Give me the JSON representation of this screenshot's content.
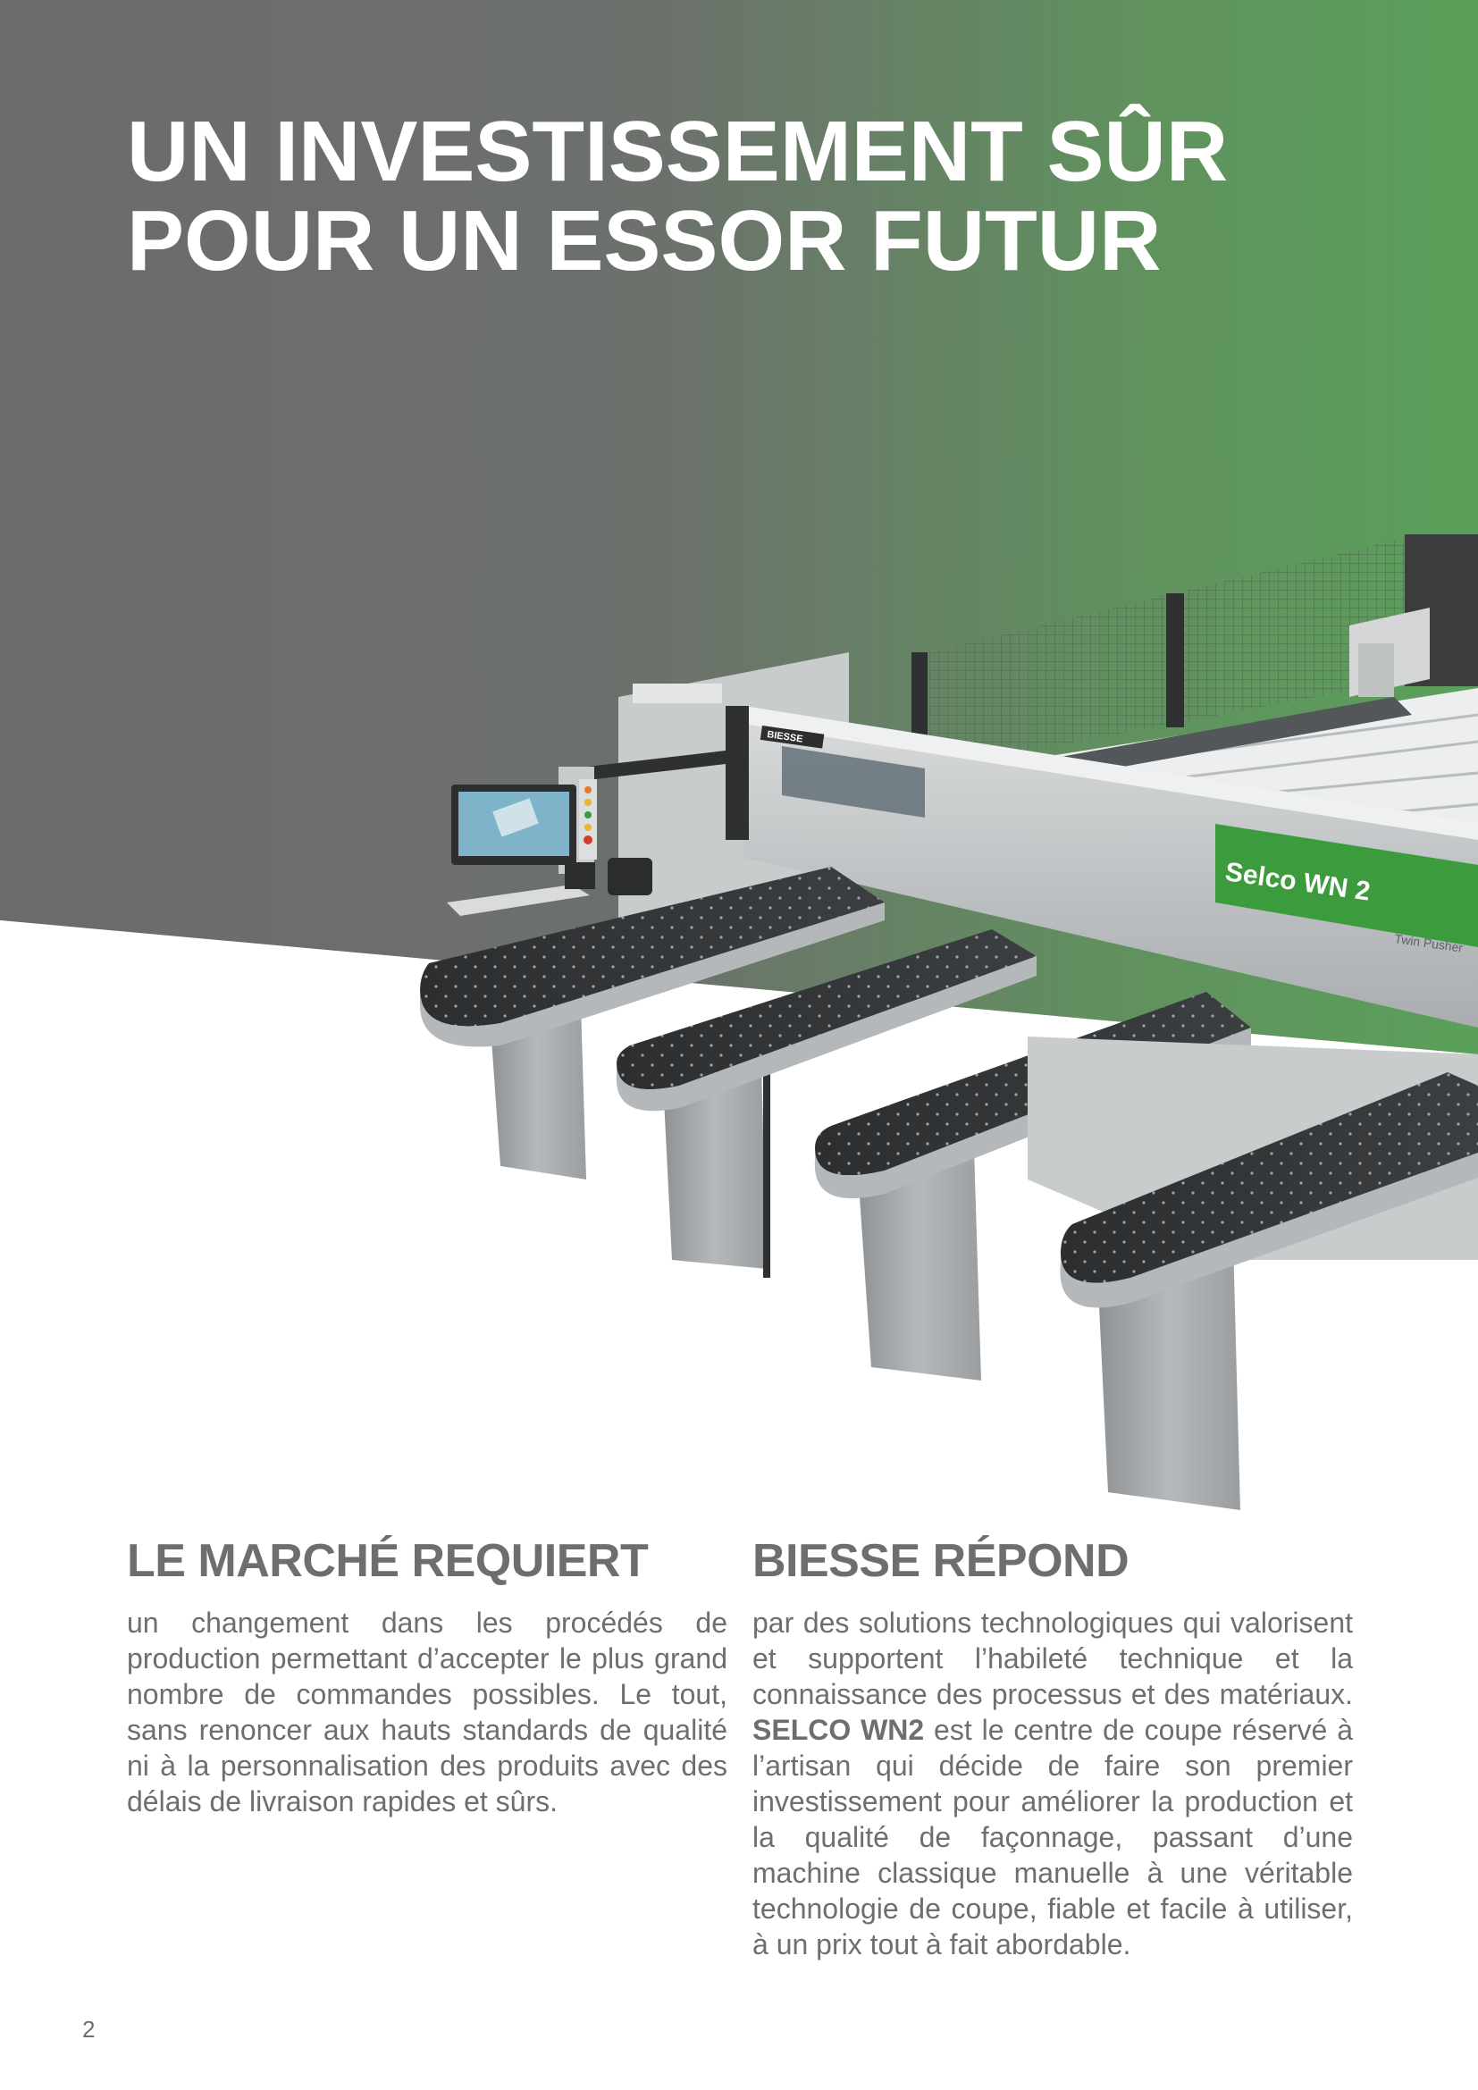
{
  "header": {
    "title_line1": "UN INVESTISSEMENT SÛR",
    "title_line2": "POUR UN ESSOR FUTUR"
  },
  "image": {
    "machine_label": "Selco WN 2",
    "machine_sublabel": "Twin Pusher",
    "brand_plate": "BIESSE"
  },
  "left": {
    "heading": "LE MARCHÉ REQUIERT",
    "body": "un changement dans les procédés de production permettant d’accepter le plus grand nombre de commandes possibles. Le tout, sans renoncer aux hauts standards de qualité ni à la personnalisation des produits avec des délais de livraison rapides et sûrs."
  },
  "right": {
    "heading": "BIESSE RÉPOND",
    "body_part1": "par des solutions technologiques qui valorisent et supportent l’habileté technique et la connaissance des processus et des matériaux. ",
    "body_bold": "SELCO WN2",
    "body_part2": " est le centre de coupe réservé à l’artisan qui décide de faire son premier investissement pour améliorer la production et la qualité de façonnage, passant d’une machine classique manuelle à une véritable technologie de coupe, fiable et facile à utiliser, à un prix tout à fait abordable."
  },
  "footer": {
    "page_number": "2"
  },
  "colors": {
    "grey": "#6b6b6d",
    "green": "#5fa35f",
    "text": "#6d6e70"
  }
}
